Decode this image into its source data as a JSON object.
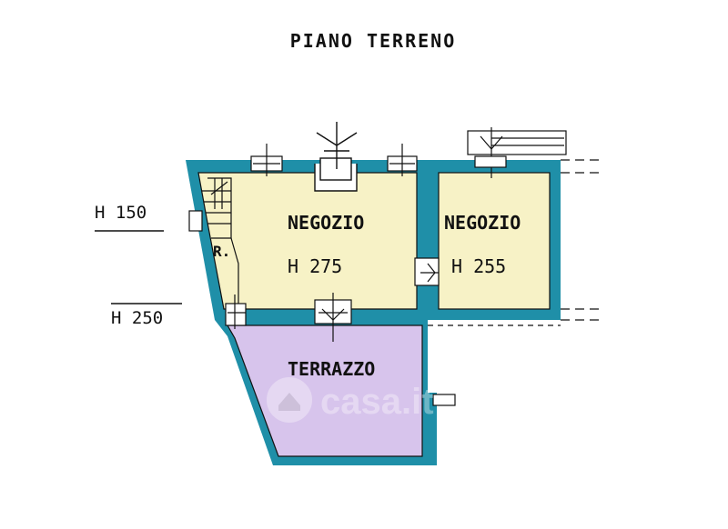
{
  "title": "PIANO TERRENO",
  "rooms": [
    {
      "name": "NEGOZIO",
      "height": "H 275"
    },
    {
      "name": "NEGOZIO",
      "height": "H 255"
    },
    {
      "name": "TERRAZZO"
    }
  ],
  "stair_label": "R.",
  "levels": {
    "upper": "H 150",
    "lower": "H 250"
  },
  "watermark": "casa.it",
  "colors": {
    "wall": "#1f8fa8",
    "shop_fill": "#f7f2c6",
    "terrace_fill": "#d7c4ec",
    "line": "#111111"
  }
}
